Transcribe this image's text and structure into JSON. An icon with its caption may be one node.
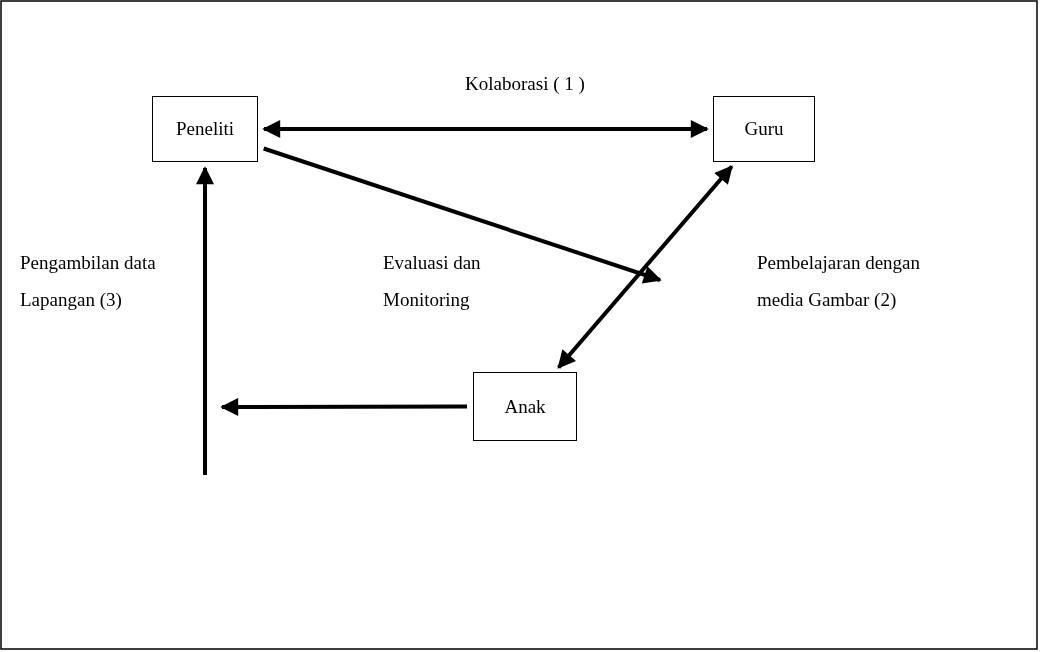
{
  "diagram": {
    "nodes": [
      {
        "text": [
          "Peneliti"
        ]
      },
      {
        "text": [
          "Guru"
        ]
      },
      {
        "text": [
          "Anak"
        ]
      }
    ],
    "edges": [
      {
        "from": 0,
        "to": 1,
        "arrow": "both",
        "label": "Kolaborasi ( 1 )"
      },
      {
        "from": 0,
        "to": null,
        "arrow": "to"
      },
      {
        "from": 1,
        "to": 2,
        "arrow": "both"
      },
      {
        "from": 2,
        "to": null,
        "arrow": "to"
      },
      {
        "from": null,
        "to": 0,
        "arrow": "to"
      }
    ],
    "labels": [
      "Pengambilan data Lapangan (3)",
      "Evaluasi dan Monitoring",
      "Pembelajaran dengan media Gambar (2)"
    ]
  }
}
